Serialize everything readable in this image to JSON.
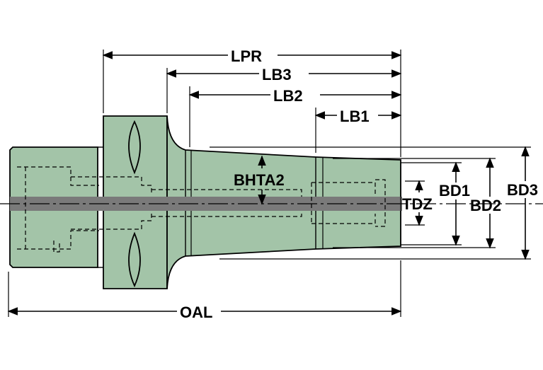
{
  "colors": {
    "body": "#a3c4a8",
    "bore": "#7a7a7a",
    "line": "#000000",
    "background": "#ffffff"
  },
  "labels": {
    "lpr": "LPR",
    "lb3": "LB3",
    "lb2": "LB2",
    "lb1": "LB1",
    "bhta2": "BHTA2",
    "tdz": "TDZ",
    "bd1": "BD1",
    "bd2": "BD2",
    "bd3": "BD3",
    "oal": "OAL"
  }
}
